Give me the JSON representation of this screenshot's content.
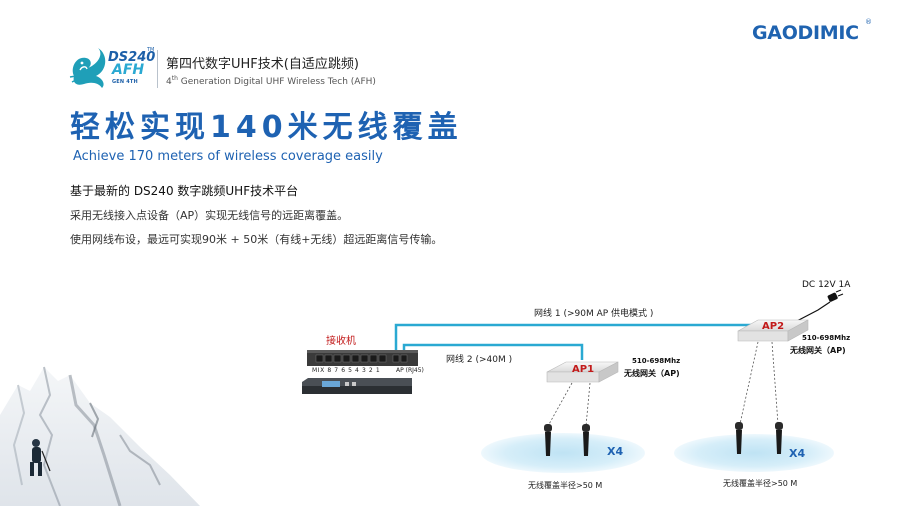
{
  "logo": {
    "name": "DS240",
    "tm": "TM",
    "afh": "AFH",
    "gen": "GEN 4TH"
  },
  "header": {
    "gen_title": "第四代数字UHF技术(自适应跳频)",
    "gen_sub_pre": "4",
    "gen_sub_sup": "th",
    "gen_sub_rest": " Generation Digital UHF Wireless Tech (AFH)"
  },
  "brand": {
    "name": "GAODIMIC",
    "reg": "®"
  },
  "title": {
    "main": "轻松实现140米无线覆盖",
    "sub": "Achieve 170 meters of wireless coverage easily"
  },
  "description": {
    "line1": "基于最新的 DS240 数字跳频UHF技术平台",
    "line2": "采用无线接入点设备（AP）实现无线信号的远距离覆盖。",
    "line3": "使用网线布设，最远可实现90米 + 50米（有线+无线）超远距离信号传输。"
  },
  "diagram": {
    "receiver_label": "接收机",
    "port_labels": "MIX 8  7  6  5  4  3  2   1",
    "ap_port_label": "AP (RJ45)",
    "cable1_label": "网线 1 (>90M AP 供电模式 )",
    "cable2_label": "网线 2 (>40M )",
    "dc_label": "DC 12V 1A",
    "ap1": {
      "name": "AP1",
      "freq": "510-698Mhz",
      "gateway": "无线网关（AP)"
    },
    "ap2": {
      "name": "AP2",
      "freq": "510-698Mhz",
      "gateway": "无线网关（AP)"
    },
    "group1": {
      "count": "X4",
      "coverage": "无线覆盖半径>50 M"
    },
    "group2": {
      "count": "X4",
      "coverage": "无线覆盖半径>50 M"
    }
  },
  "colors": {
    "brand_blue": "#1e62b2",
    "cable_cyan": "#2aa9d2",
    "label_red": "#c21a1a"
  }
}
